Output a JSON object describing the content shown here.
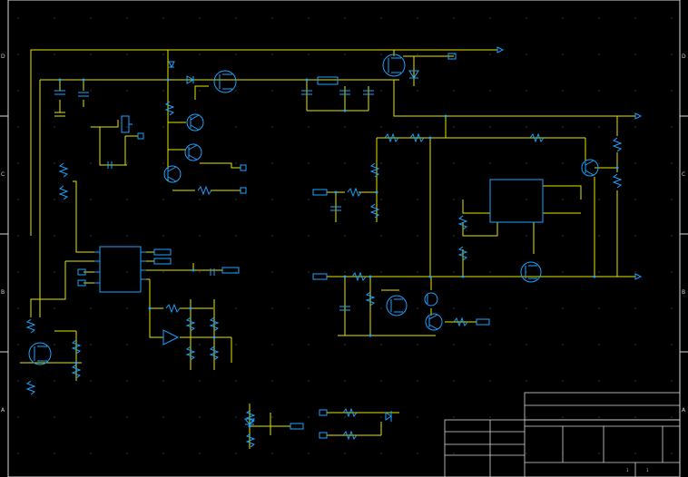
{
  "colors": {
    "background": "#000000",
    "wire": "#e6e600",
    "component": "#1aa3ff",
    "text": "#d8d8d8"
  },
  "zones": {
    "rows": [
      "D",
      "C",
      "B",
      "A"
    ]
  },
  "title_block": {
    "sheet": "1",
    "of": "1"
  }
}
